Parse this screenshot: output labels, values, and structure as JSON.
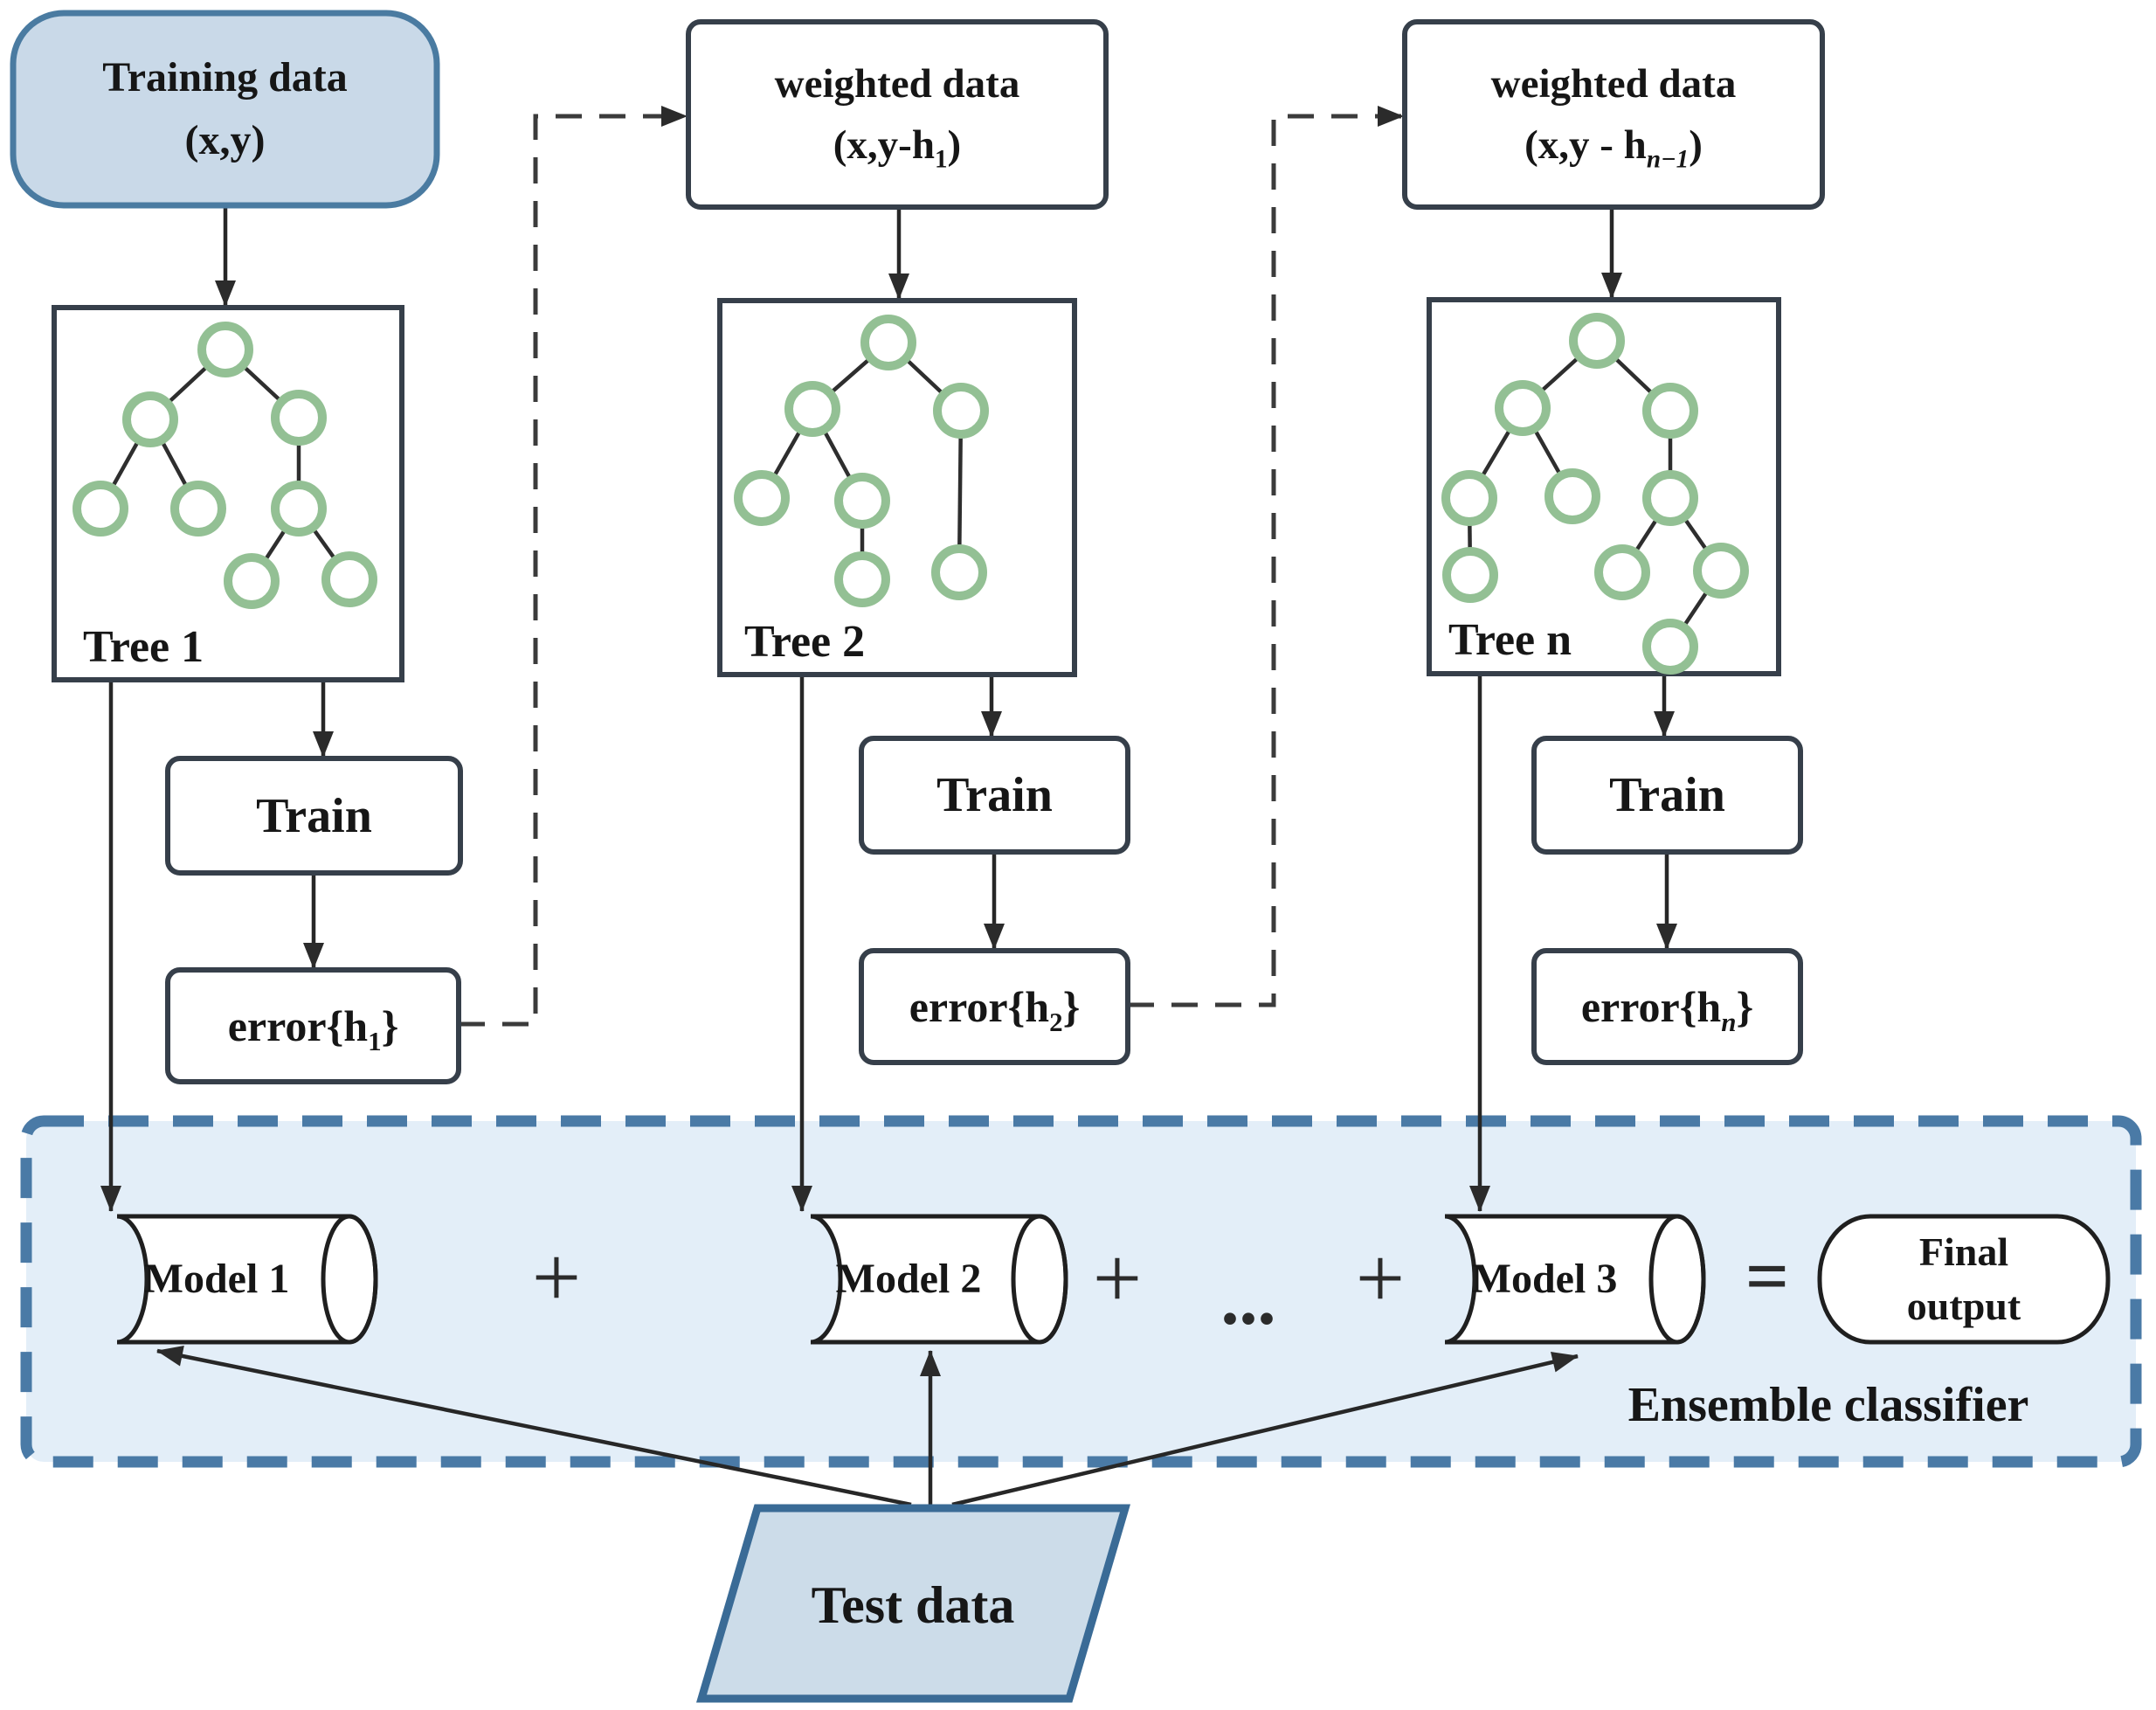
{
  "diagram": {
    "title_hint": "gradient boosting ensemble flow",
    "columns": {
      "col1": {
        "data_box": {
          "line1": "Training data",
          "line2": "(x,y)"
        },
        "tree_label": "Tree 1",
        "train_label": "Train",
        "error": {
          "pre": "error{h",
          "sub": "1",
          "post": "}"
        }
      },
      "col2": {
        "data_box": {
          "line1": "weighted data",
          "formula_pre": "(x,y-h",
          "formula_sub": "1",
          "formula_post": ")"
        },
        "tree_label": "Tree 2",
        "train_label": "Train",
        "error": {
          "pre": "error{h",
          "sub": "2",
          "post": "}"
        }
      },
      "col3": {
        "data_box": {
          "line1": "weighted data",
          "formula_pre": "(x,y - h",
          "formula_sub": "n−1",
          "formula_post": ")"
        },
        "tree_label": "Tree n",
        "train_label": "Train",
        "error": {
          "pre": "error{h",
          "sub": "n",
          "post": "}"
        }
      }
    },
    "ensemble": {
      "label": "Ensemble classifier",
      "models": [
        "Model 1",
        "Model 2",
        "Model 3"
      ],
      "final_output": {
        "line1": "Final",
        "line2": "output"
      },
      "operators": {
        "plus": "+",
        "dots": "...",
        "equals": "="
      }
    },
    "test_data": {
      "label": "Test data"
    },
    "colors": {
      "training_fill": "#c9d9e8",
      "training_border": "#4a7ba1",
      "box_border": "#363f4a",
      "tree_node_green": "#93c094",
      "ensemble_fill": "#e3eef8",
      "ensemble_border": "#4a7aa6",
      "test_fill": "#ccdce9",
      "test_border": "#3a6b96",
      "arrow": "#272727",
      "text": "#161616"
    }
  }
}
